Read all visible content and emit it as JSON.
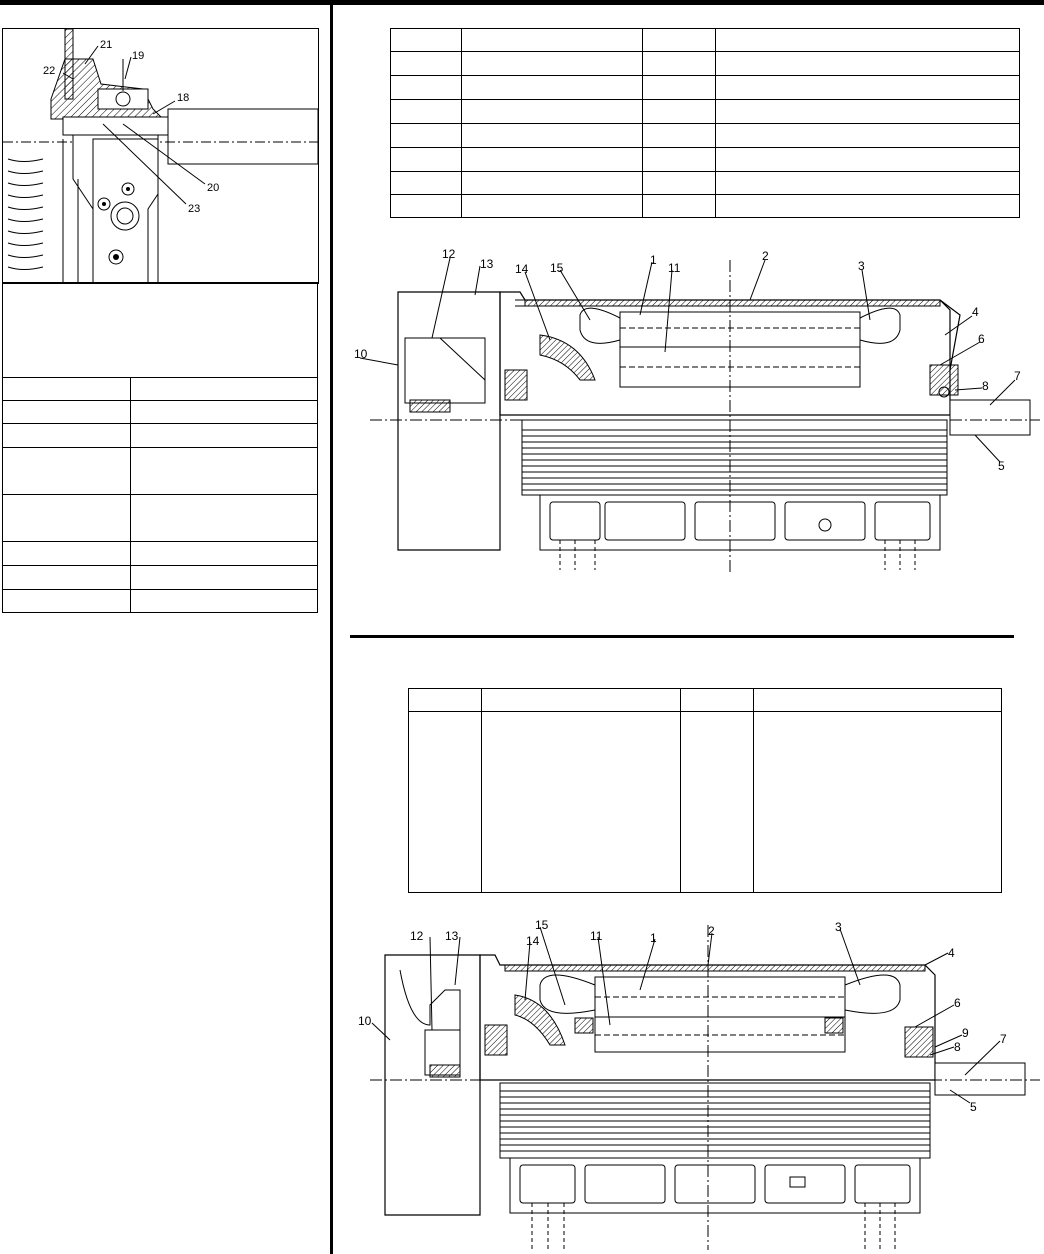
{
  "detail_figure": {
    "part_numbers": [
      "21",
      "19",
      "22",
      "18",
      "20",
      "23"
    ]
  },
  "figure_top": {
    "part_numbers": [
      "12",
      "13",
      "14",
      "15",
      "1",
      "11",
      "2",
      "3",
      "4",
      "6",
      "10",
      "8",
      "7",
      "5"
    ]
  },
  "figure_bottom": {
    "part_numbers": [
      "15",
      "12",
      "13",
      "14",
      "11",
      "1",
      "2",
      "3",
      "4",
      "6",
      "9",
      "8",
      "7",
      "10",
      "5"
    ]
  }
}
